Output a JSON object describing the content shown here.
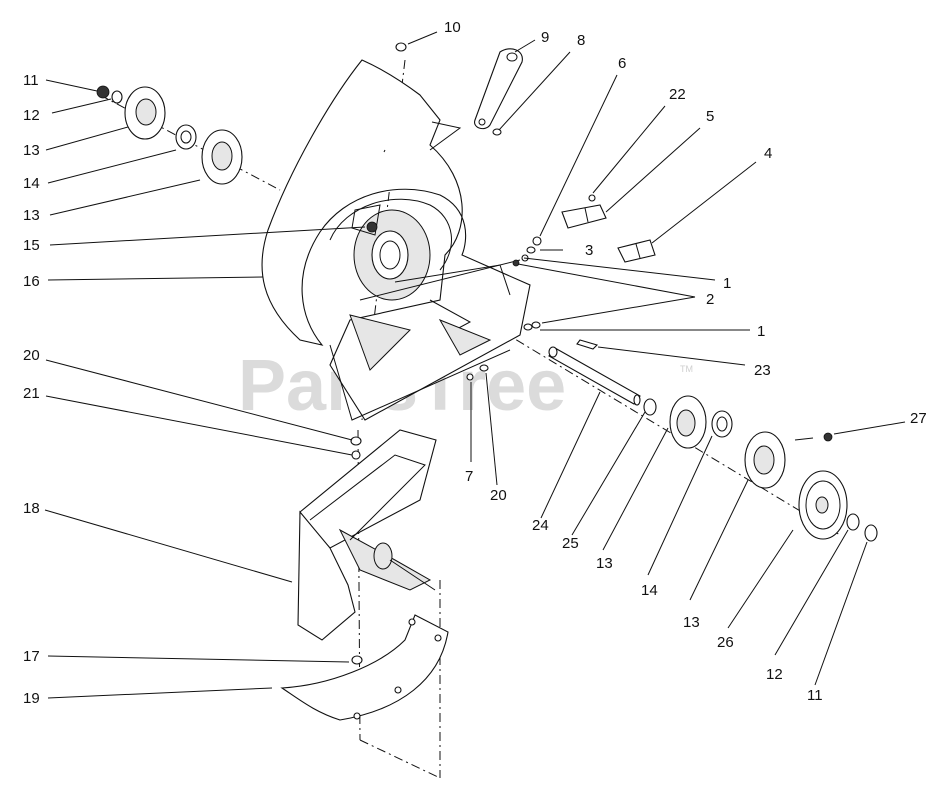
{
  "watermark": {
    "text": "PartsTree",
    "tm": "TM"
  },
  "callouts": {
    "c10": "10",
    "c9": "9",
    "c8": "8",
    "c6": "6",
    "c22": "22",
    "c5": "5",
    "c4": "4",
    "c11a": "11",
    "c12a": "12",
    "c13a": "13",
    "c14a": "14",
    "c13b": "13",
    "c15": "15",
    "c16": "16",
    "c3": "3",
    "c1a": "1",
    "c2": "2",
    "c1b": "1",
    "c23": "23",
    "c20a": "20",
    "c21": "21",
    "c7": "7",
    "c20b": "20",
    "c27": "27",
    "c18": "18",
    "c24": "24",
    "c25": "25",
    "c13c": "13",
    "c14b": "14",
    "c13d": "13",
    "c26": "26",
    "c12b": "12",
    "c11b": "11",
    "c17": "17",
    "c19": "19"
  }
}
